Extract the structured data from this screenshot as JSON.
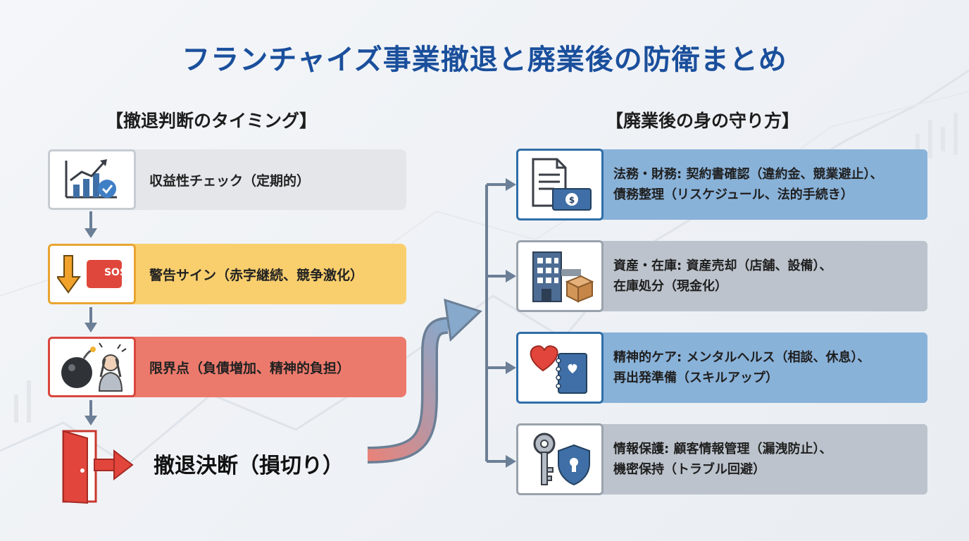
{
  "title": "フランチャイズ事業撤退と廃業後の防衛まとめ",
  "left_section": {
    "title": "【撤退判断のタイミング】",
    "steps": [
      {
        "label": "収益性チェック（定期的）",
        "icon": "chart-check-icon"
      },
      {
        "label": "警告サイン（赤字継続、競争激化）",
        "icon": "down-arrow-sos-icon",
        "sos": "SOS"
      },
      {
        "label": "限界点（負債増加、精神的負担）",
        "icon": "bomb-stress-icon"
      }
    ],
    "decision": {
      "label": "撤退決断（損切り）",
      "icon": "exit-door-icon"
    }
  },
  "right_section": {
    "title": "【廃業後の身の守り方】",
    "cards": [
      {
        "line1": "法務・財務: 契約書確認（違約金、競業避止）、",
        "line2": "債務整理（リスケジュール、法的手続き）",
        "icon": "document-money-icon"
      },
      {
        "line1": "資産・在庫: 資産売却（店舗、設備）、",
        "line2": "在庫処分（現金化）",
        "icon": "building-box-icon"
      },
      {
        "line1": "精神的ケア: メンタルヘルス（相談、休息）、",
        "line2": "再出発準備（スキルアップ）",
        "icon": "heart-notebook-icon"
      },
      {
        "line1": "情報保護: 顧客情報管理（漏洩防止）、",
        "line2": "機密保持（トラブル回避）",
        "icon": "key-shield-icon"
      }
    ]
  },
  "colors": {
    "title": "#1a4f9c",
    "gray_bar": "#e4e6ea",
    "yellow_bar": "#f9cf6e",
    "red_bar": "#ec7a6c",
    "blue_bar": "#89b2d9",
    "slate_bar": "#bcc3cc",
    "connector": "#6b7f96"
  }
}
